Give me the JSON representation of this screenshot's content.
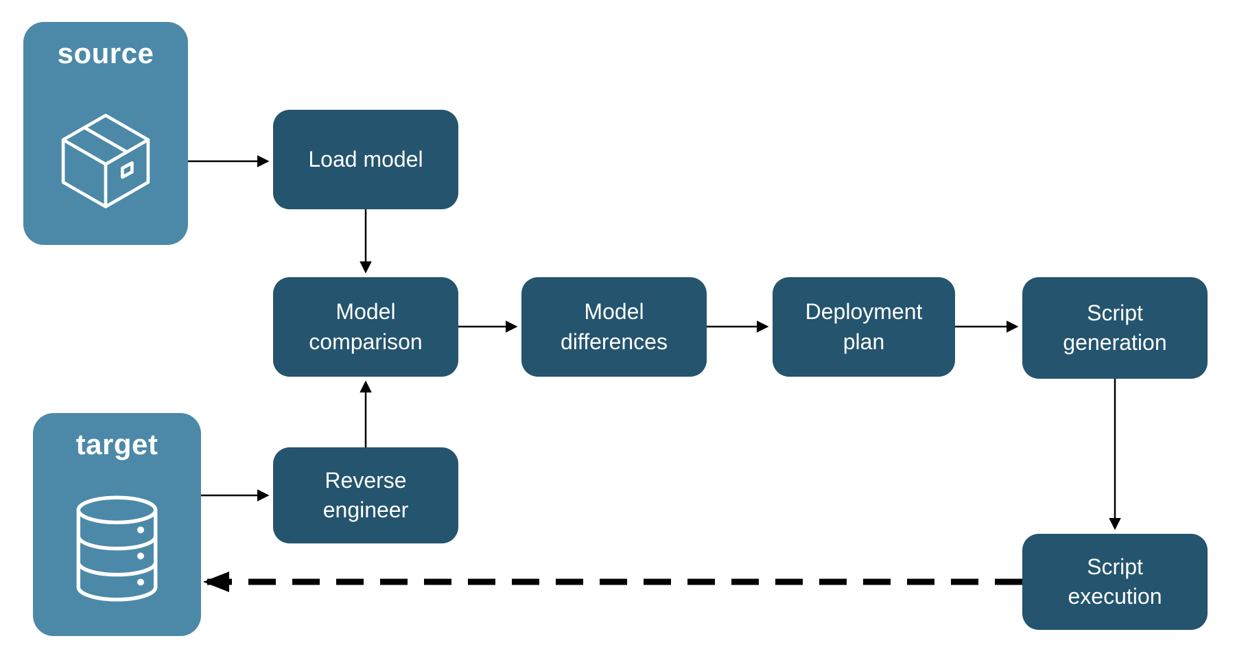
{
  "diagram": {
    "type": "flowchart",
    "colors": {
      "background": "#FFFFFF",
      "endpoint_fill": "#4C89A8",
      "step_fill": "#24546E",
      "label_text": "#FFFFFF",
      "arrow": "#000000"
    },
    "nodes": {
      "source": {
        "label": "source",
        "icon": "package-icon",
        "kind": "endpoint"
      },
      "target": {
        "label": "target",
        "icon": "database-icon",
        "kind": "endpoint"
      },
      "load_model": {
        "label": "Load model",
        "kind": "step"
      },
      "model_comparison": {
        "label": "Model comparison",
        "kind": "step"
      },
      "model_differences": {
        "label": "Model differences",
        "kind": "step"
      },
      "deployment_plan": {
        "label": "Deployment plan",
        "kind": "step"
      },
      "script_generation": {
        "label": "Script generation",
        "kind": "step"
      },
      "reverse_engineer": {
        "label": "Reverse engineer",
        "kind": "step"
      },
      "script_execution": {
        "label": "Script execution",
        "kind": "step"
      }
    },
    "edges": [
      {
        "from": "source",
        "to": "load_model",
        "style": "solid"
      },
      {
        "from": "load_model",
        "to": "model_comparison",
        "style": "solid"
      },
      {
        "from": "model_comparison",
        "to": "model_differences",
        "style": "solid"
      },
      {
        "from": "model_differences",
        "to": "deployment_plan",
        "style": "solid"
      },
      {
        "from": "deployment_plan",
        "to": "script_generation",
        "style": "solid"
      },
      {
        "from": "script_generation",
        "to": "script_execution",
        "style": "solid"
      },
      {
        "from": "target",
        "to": "reverse_engineer",
        "style": "solid"
      },
      {
        "from": "reverse_engineer",
        "to": "model_comparison",
        "style": "solid"
      },
      {
        "from": "script_execution",
        "to": "target",
        "style": "dashed"
      }
    ]
  }
}
